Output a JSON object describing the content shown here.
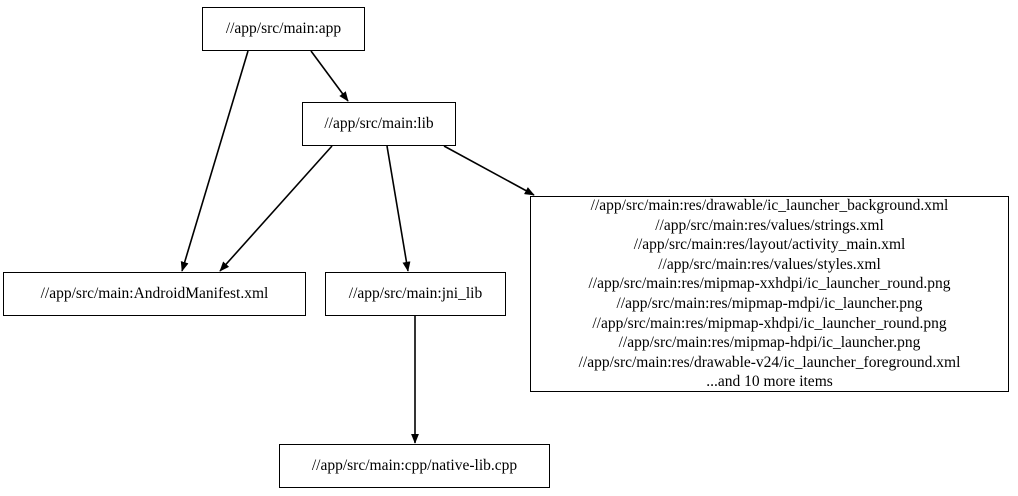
{
  "graph": {
    "type": "directed-dependency-graph",
    "background_color": "#ffffff",
    "node_border_color": "#000000",
    "node_fill_color": "#ffffff",
    "edge_color": "#000000",
    "nodes": {
      "app": {
        "label": "//app/src/main:app"
      },
      "lib": {
        "label": "//app/src/main:lib"
      },
      "manifest": {
        "label": "//app/src/main:AndroidManifest.xml"
      },
      "jni_lib": {
        "label": "//app/src/main:jni_lib"
      },
      "native_lib": {
        "label": "//app/src/main:cpp/native-lib.cpp"
      },
      "resources": {
        "lines": [
          "//app/src/main:res/drawable/ic_launcher_background.xml",
          "//app/src/main:res/values/strings.xml",
          "//app/src/main:res/layout/activity_main.xml",
          "//app/src/main:res/values/styles.xml",
          "//app/src/main:res/mipmap-xxhdpi/ic_launcher_round.png",
          "//app/src/main:res/mipmap-mdpi/ic_launcher.png",
          "//app/src/main:res/mipmap-xhdpi/ic_launcher_round.png",
          "//app/src/main:res/mipmap-hdpi/ic_launcher.png",
          "//app/src/main:res/drawable-v24/ic_launcher_foreground.xml",
          "...and 10 more items"
        ],
        "label": "//app/src/main:res/drawable/ic_launcher_background.xml\n//app/src/main:res/values/strings.xml\n//app/src/main:res/layout/activity_main.xml\n//app/src/main:res/values/styles.xml\n//app/src/main:res/mipmap-xxhdpi/ic_launcher_round.png\n//app/src/main:res/mipmap-mdpi/ic_launcher.png\n//app/src/main:res/mipmap-xhdpi/ic_launcher_round.png\n//app/src/main:res/mipmap-hdpi/ic_launcher.png\n//app/src/main:res/drawable-v24/ic_launcher_foreground.xml\n...and 10 more items"
      }
    },
    "edges": [
      {
        "from": "app",
        "to": "lib"
      },
      {
        "from": "app",
        "to": "manifest"
      },
      {
        "from": "lib",
        "to": "manifest"
      },
      {
        "from": "lib",
        "to": "jni_lib"
      },
      {
        "from": "lib",
        "to": "resources"
      },
      {
        "from": "jni_lib",
        "to": "native_lib"
      }
    ]
  }
}
